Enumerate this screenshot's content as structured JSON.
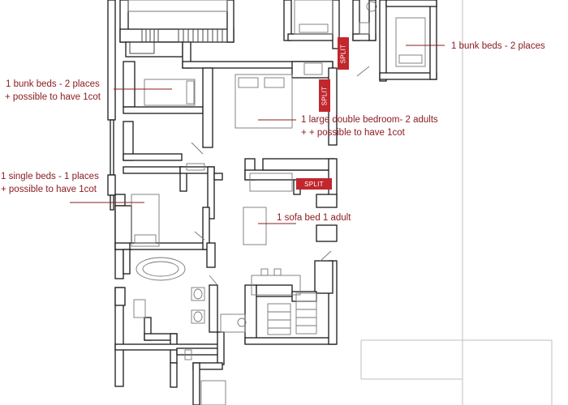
{
  "labels": {
    "bunk_right": "1 bunk beds - 2 places",
    "bunk_left_line1": "1 bunk beds - 2 places",
    "bunk_left_line2": "+ possible to have 1cot",
    "double_line1": "1 large double bedroom- 2 adults",
    "double_line2": "+ + possible to have 1cot",
    "single_line1": "1 single beds - 1 places",
    "single_line2": "+ possible to have 1cot",
    "sofa": "1 sofa bed 1 adult"
  },
  "split_tags": [
    "SPLIT",
    "SPLIT",
    "SPLIT"
  ],
  "colors": {
    "label_text": "#8b1d22",
    "split_fill": "#c1272d",
    "wall_fill": "#ffffff",
    "wall_stroke": "#1a1a1a",
    "furniture_stroke": "#777777"
  }
}
